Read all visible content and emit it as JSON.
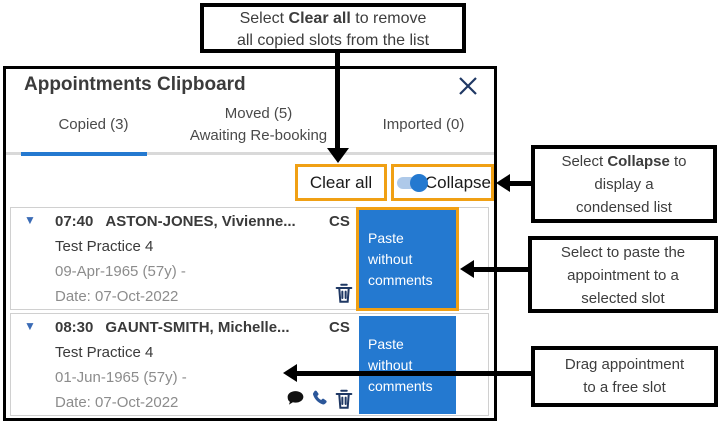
{
  "panel": {
    "title": "Appointments Clipboard",
    "tabs": [
      {
        "line1": "Copied (3)",
        "active": true
      },
      {
        "line1": "Moved (5)",
        "line2": "Awaiting Re-booking",
        "active": false
      },
      {
        "line1": "Imported (0)",
        "active": false
      }
    ],
    "toolbar": {
      "clear_all_label": "Clear all",
      "collapse_label": "Collapse",
      "collapse_toggle_state": "on"
    },
    "appointments": [
      {
        "time": "07:40",
        "name": "ASTON-JONES, Vivienne...",
        "type": "CS",
        "practice": "Test Practice 4",
        "dob": "09-Apr-1965 (57y) -",
        "date": "Date: 07-Oct-2022",
        "paste_label": "Paste without comments",
        "highlighted": true,
        "icons": [
          "trash"
        ]
      },
      {
        "time": "08:30",
        "name": "GAUNT-SMITH, Michelle...",
        "type": "CS",
        "practice": "Test Practice 4",
        "dob": "01-Jun-1965 (57y) -",
        "date": "Date: 07-Oct-2022",
        "paste_label": "Paste without comments",
        "highlighted": false,
        "icons": [
          "chat",
          "phone",
          "trash"
        ]
      }
    ]
  },
  "annotations": {
    "clear_all": {
      "pre": "Select ",
      "bold": "Clear all",
      "post": " to remove",
      "line2": "all copied slots from the list"
    },
    "collapse": {
      "pre": "Select ",
      "bold": "Collapse",
      "post": " to",
      "line2": "display a",
      "line3": "condensed list"
    },
    "paste": {
      "line1": "Select to paste the",
      "line2": "appointment to a",
      "line3": "selected slot"
    },
    "drag": {
      "line1": "Drag appointment",
      "line2": "to a free slot"
    }
  },
  "icons": {
    "close": "close-x",
    "expand": "triangle-down",
    "delete": "trash-can",
    "comment": "speech-bubble",
    "call": "phone-handset"
  },
  "colors": {
    "accent_blue": "#2479d0",
    "highlight_orange": "#f0a014",
    "icon_navy": "#1f3864",
    "phone_blue": "#2b579a",
    "triangle_blue": "#3a6bb5",
    "tab_underline_gray": "#d9d9d9",
    "muted_text_gray": "#8c8c8c",
    "dark_text": "#3a3a3a"
  }
}
